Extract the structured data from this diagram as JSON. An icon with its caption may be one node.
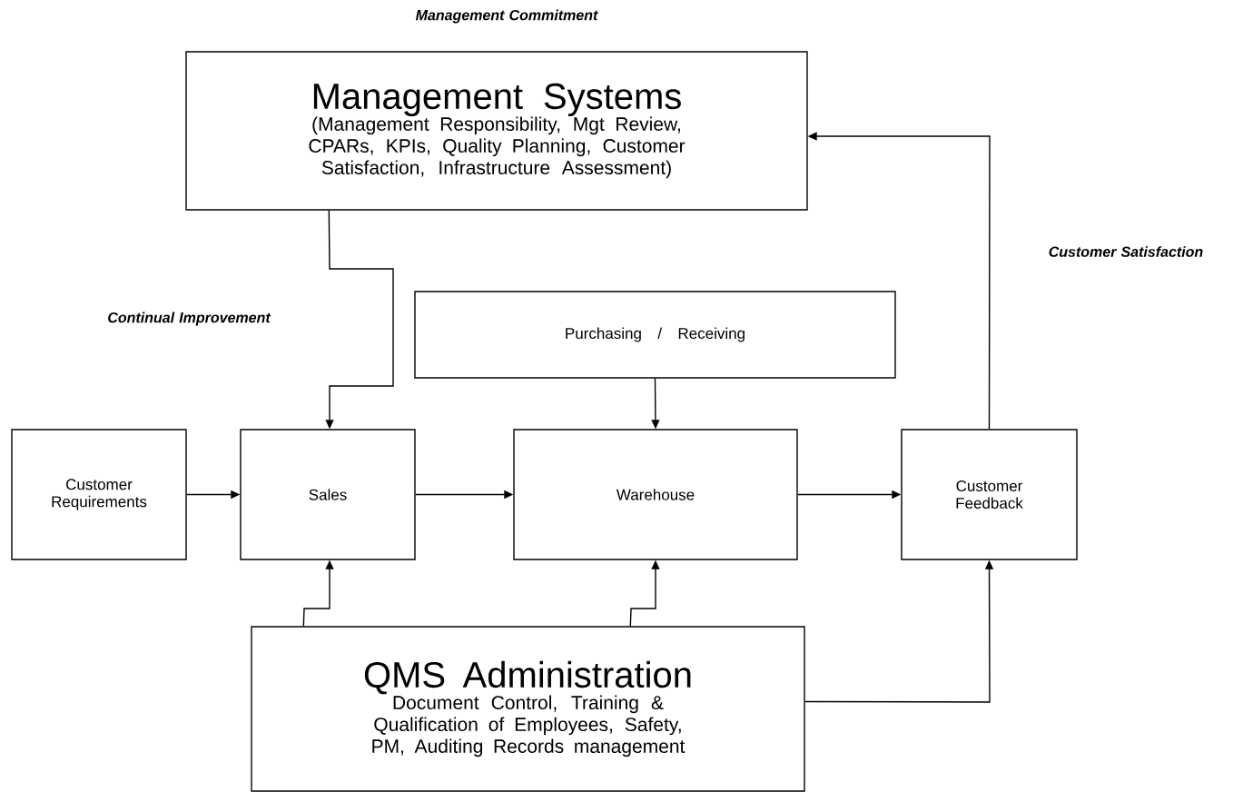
{
  "diagram": {
    "nodes": [
      {
        "text": [
          "Management Systems",
          "(Management Responsibility, Mgt Review, CPARs, KPIs, Quality Planning, Customer Satisfaction, Infrastructure Assessment)"
        ]
      },
      {
        "text": [
          "Purchasing / Receiving"
        ]
      },
      {
        "text": [
          "Customer Requirements"
        ]
      },
      {
        "text": [
          "Sales"
        ]
      },
      {
        "text": [
          "Warehouse"
        ]
      },
      {
        "text": [
          "Customer Feedback"
        ]
      },
      {
        "text": [
          "QMS Administration",
          "Document Control, Training & Qualification of Employees, Safety, PM, Auditing Records management"
        ]
      }
    ],
    "edges": [
      {
        "from": 0,
        "to": 3,
        "arrow": "to"
      },
      {
        "from": 1,
        "to": 4,
        "arrow": "to"
      },
      {
        "from": 2,
        "to": 3,
        "arrow": "to"
      },
      {
        "from": 3,
        "to": 4,
        "arrow": "to"
      },
      {
        "from": 4,
        "to": 5,
        "arrow": "to"
      },
      {
        "from": 5,
        "to": 0,
        "arrow": "to"
      },
      {
        "from": 6,
        "to": 3,
        "arrow": "to"
      },
      {
        "from": 6,
        "to": 4,
        "arrow": "to"
      },
      {
        "from": 6,
        "to": 5,
        "arrow": "to"
      }
    ],
    "labels": [
      "Management Commitment",
      "Customer Satisfaction",
      "Continual Improvement"
    ]
  }
}
